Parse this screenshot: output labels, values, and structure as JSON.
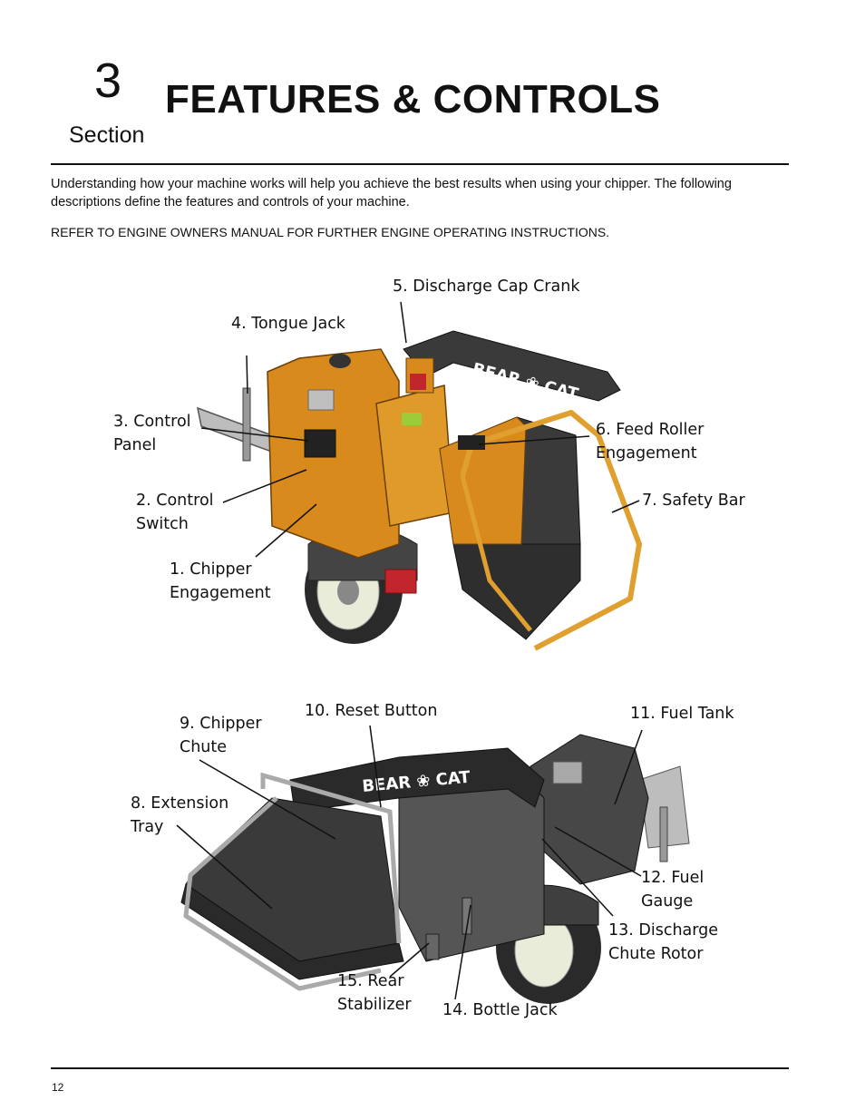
{
  "header": {
    "section_number": "3",
    "title": "FEATURES & CONTROLS",
    "section_word": "Section"
  },
  "intro": {
    "paragraph": "Understanding how your machine works will help you achieve the best results when using your chipper.  The following descriptions define the features and controls of your machine.",
    "refer_note": "REFER TO ENGINE OWNERS MANUAL FOR FURTHER ENGINE OPERATING INSTRUCTIONS."
  },
  "figure_top": {
    "brand_text": "BEAR ❀ CAT",
    "labels": {
      "l5": [
        "5. Discharge Cap Crank"
      ],
      "l4": [
        "4. Tongue Jack"
      ],
      "l3": [
        "3. Control",
        "Panel"
      ],
      "l6": [
        "6. Feed Roller",
        "Engagement"
      ],
      "l2": [
        "2. Control",
        "Switch"
      ],
      "l7": [
        "7. Safety Bar"
      ],
      "l1": [
        "1. Chipper",
        "Engagement"
      ]
    }
  },
  "figure_bottom": {
    "brand_text": "BEAR ❀ CAT",
    "labels": {
      "l10": [
        "10. Reset Button"
      ],
      "l9": [
        "9. Chipper",
        "Chute"
      ],
      "l11": [
        "11. Fuel Tank"
      ],
      "l8": [
        "8. Extension",
        "Tray"
      ],
      "l12": [
        "12. Fuel",
        "Gauge"
      ],
      "l13": [
        "13. Discharge",
        "Chute Rotor"
      ],
      "l15": [
        "15. Rear",
        "Stabilizer"
      ],
      "l14": [
        "14. Bottle Jack"
      ]
    }
  },
  "footer": {
    "page_number": "12"
  },
  "colors": {
    "machine_orange": "#d98a1c",
    "machine_dark": "#3a3a3a",
    "rule": "#111111"
  }
}
